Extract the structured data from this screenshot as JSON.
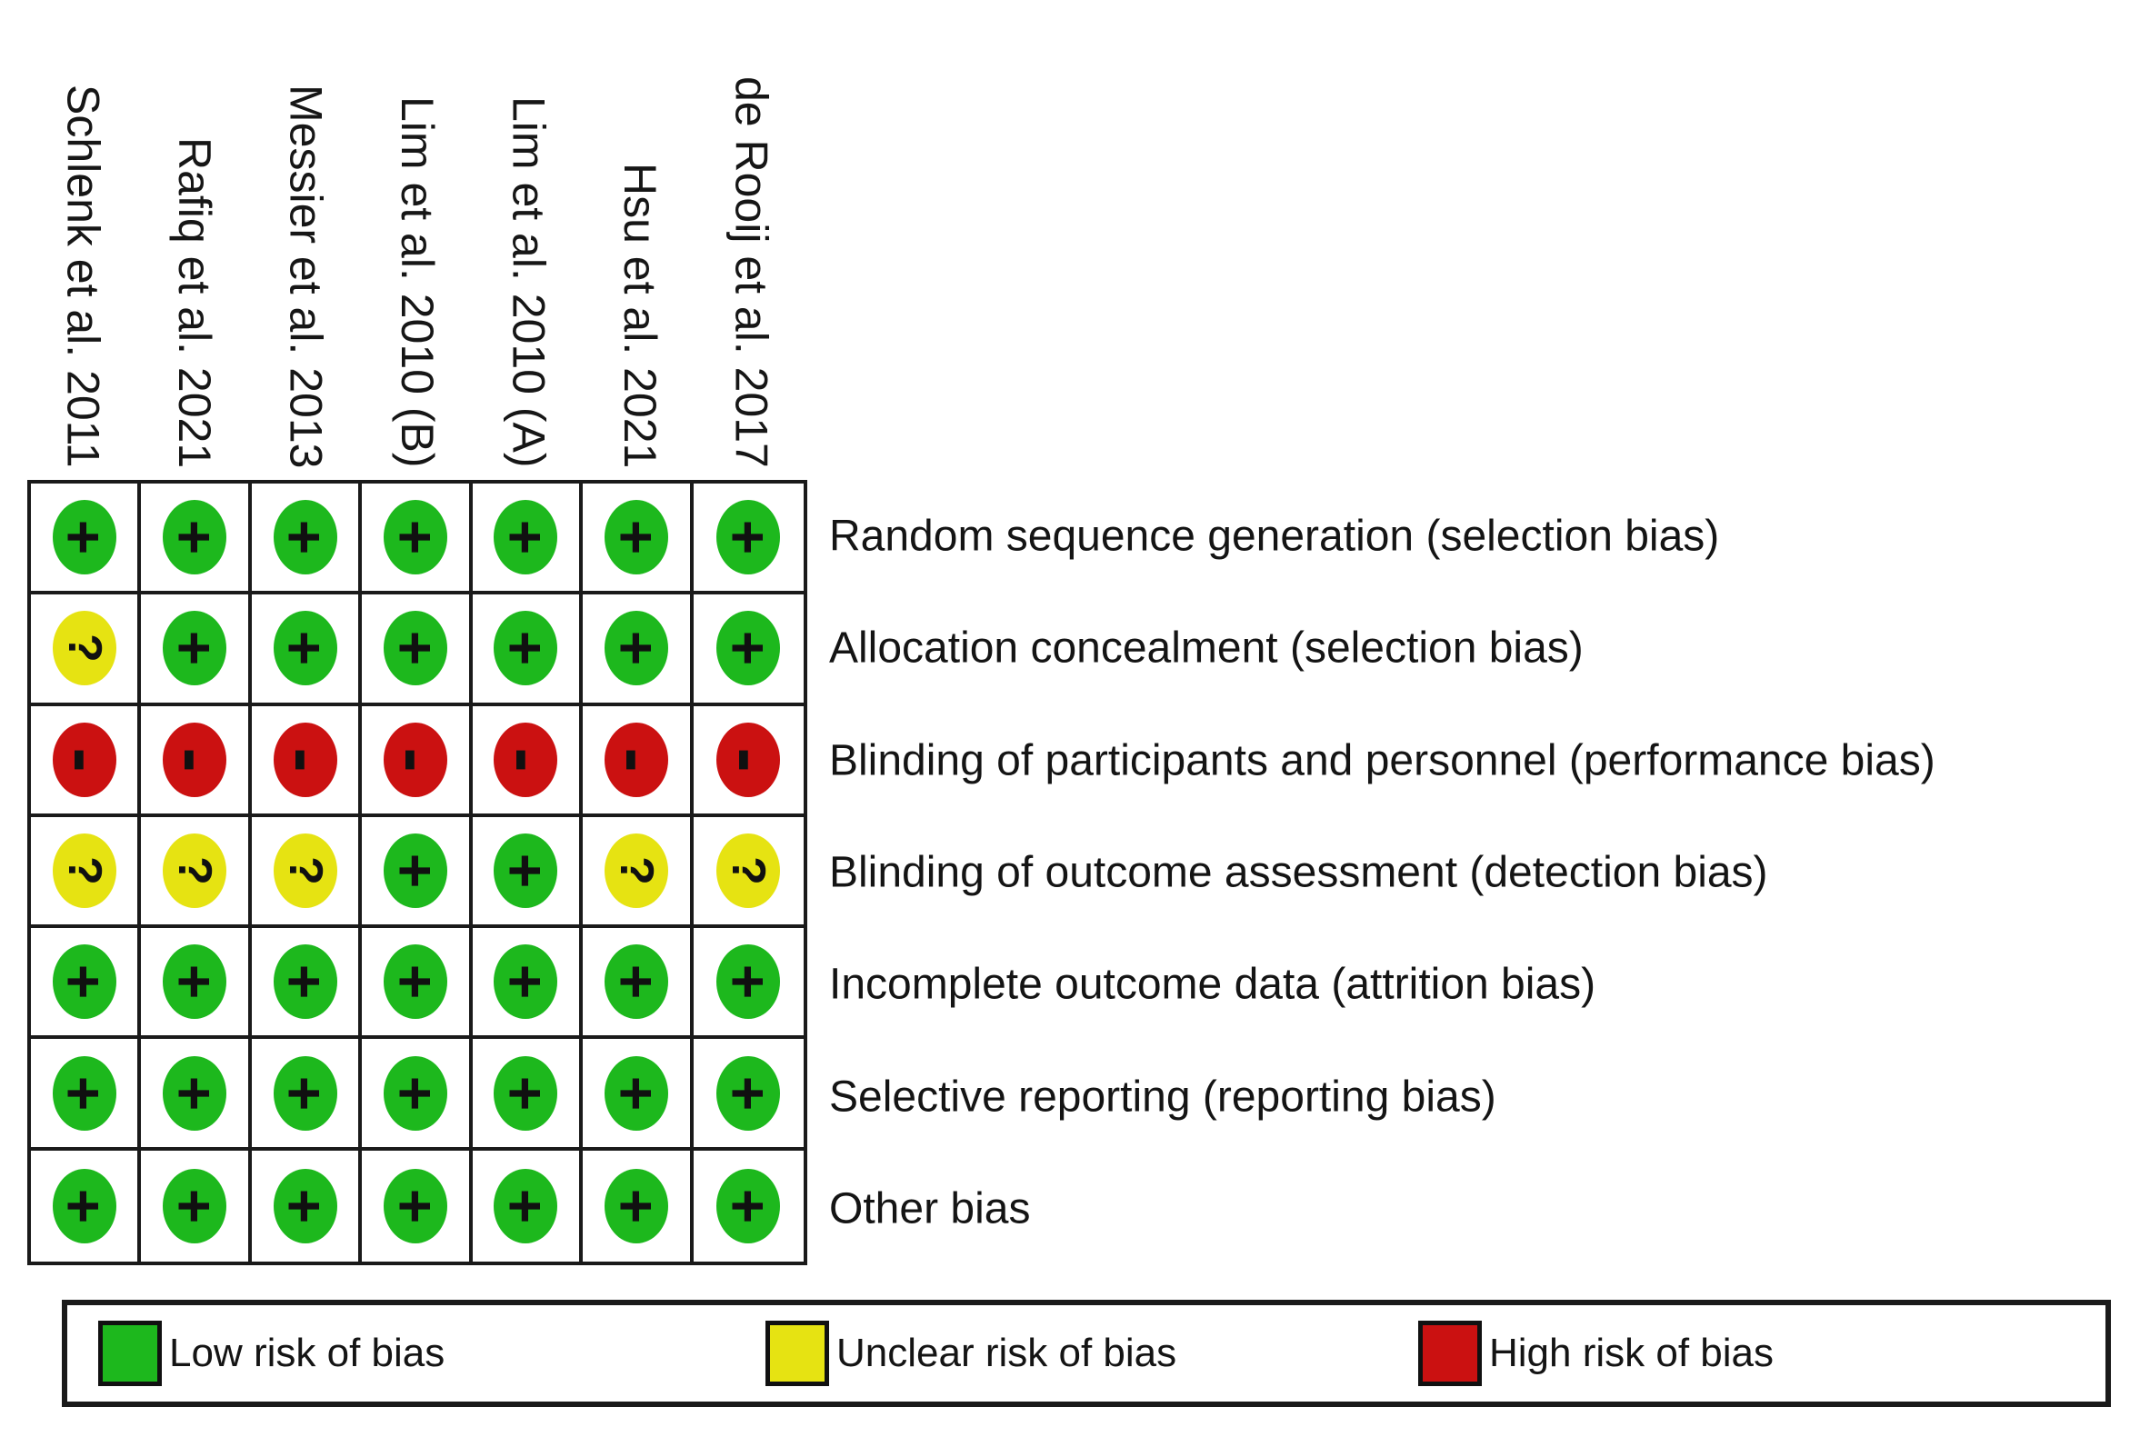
{
  "chart_data": {
    "type": "heatmap",
    "subtype": "risk-of-bias-summary",
    "columns": [
      "Schlenk et al. 2011",
      "Rafiq et al. 2021",
      "Messier et al. 2013",
      "Lim et al. 2010 (B)",
      "Lim et al. 2010 (A)",
      "Hsu et al. 2021",
      "de Rooij et al. 2017"
    ],
    "rows": [
      "Random sequence generation (selection bias)",
      "Allocation concealment (selection bias)",
      "Blinding of participants and personnel (performance bias)",
      "Blinding of outcome assessment (detection bias)",
      "Incomplete outcome data (attrition bias)",
      "Selective reporting (reporting bias)",
      "Other bias"
    ],
    "values": [
      [
        "low",
        "low",
        "low",
        "low",
        "low",
        "low",
        "low"
      ],
      [
        "unclear",
        "low",
        "low",
        "low",
        "low",
        "low",
        "low"
      ],
      [
        "high",
        "high",
        "high",
        "high",
        "high",
        "high",
        "high"
      ],
      [
        "unclear",
        "unclear",
        "unclear",
        "low",
        "low",
        "unclear",
        "unclear"
      ],
      [
        "low",
        "low",
        "low",
        "low",
        "low",
        "low",
        "low"
      ],
      [
        "low",
        "low",
        "low",
        "low",
        "low",
        "low",
        "low"
      ],
      [
        "low",
        "low",
        "low",
        "low",
        "low",
        "low",
        "low"
      ]
    ],
    "legend_position": "bottom",
    "grid": "on"
  },
  "symbols": {
    "low": "+",
    "unclear": "?",
    "high": "-"
  },
  "colors": {
    "low": "#1DB81D",
    "unclear": "#E6E312",
    "high": "#CB1111",
    "symbol": "#101010",
    "grid_line": "#1A1A1A"
  },
  "legend": {
    "items": [
      {
        "key": "low",
        "label": "Low risk of bias"
      },
      {
        "key": "unclear",
        "label": "Unclear risk of bias"
      },
      {
        "key": "high",
        "label": "High risk of bias"
      }
    ]
  }
}
